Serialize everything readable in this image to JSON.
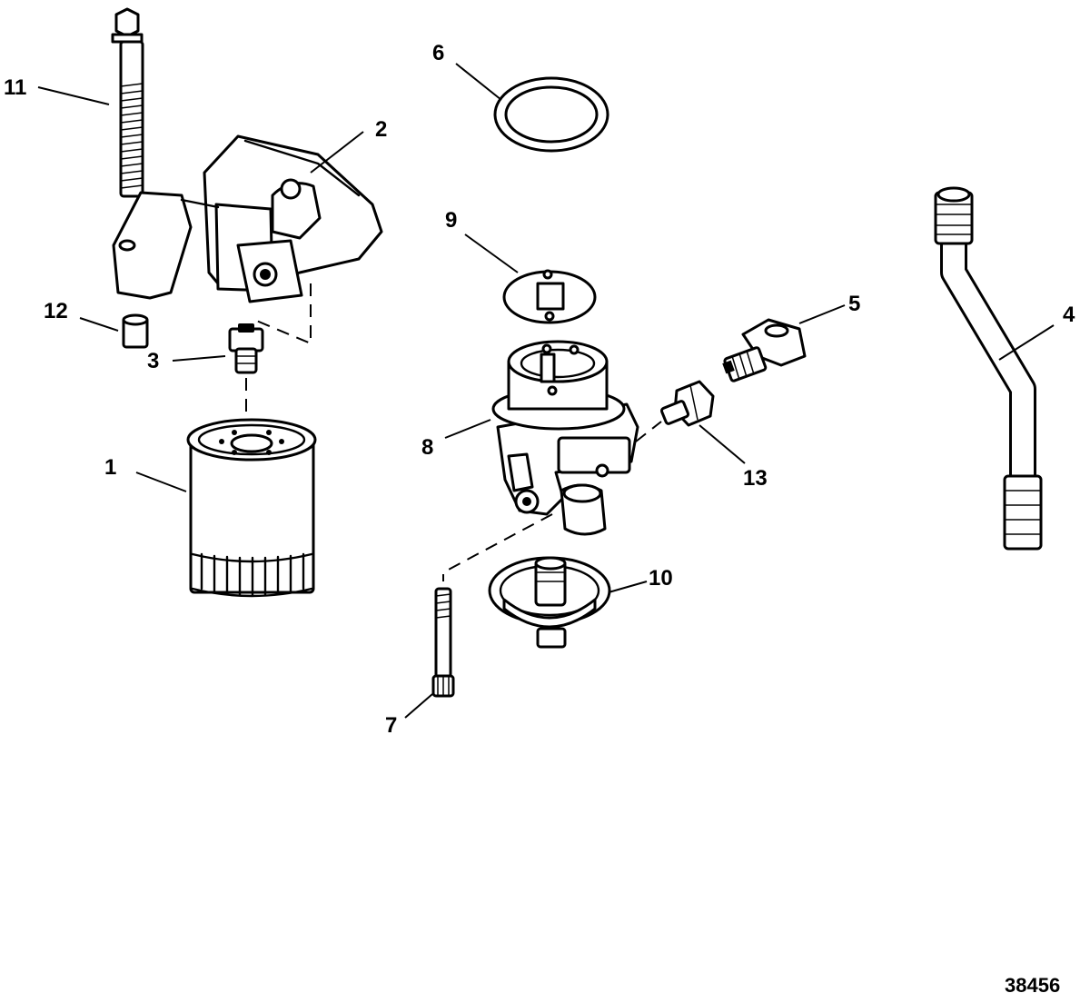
{
  "figure_id": "38456",
  "callouts": {
    "c1": "1",
    "c2": "2",
    "c3": "3",
    "c4": "4",
    "c5": "5",
    "c6": "6",
    "c7": "7",
    "c8": "8",
    "c9": "9",
    "c10": "10",
    "c11": "11",
    "c12": "12",
    "c13": "13"
  }
}
